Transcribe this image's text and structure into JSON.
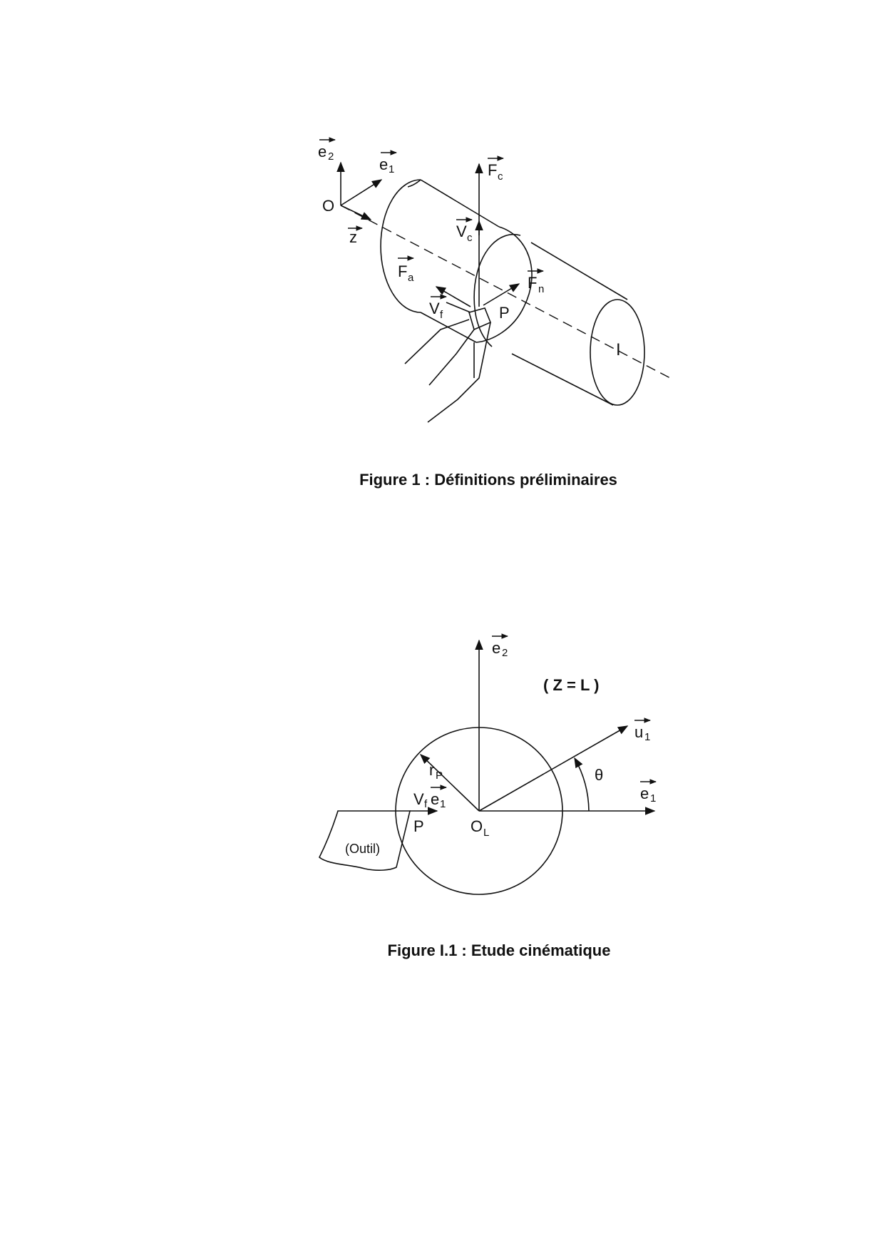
{
  "figure1": {
    "caption": "Figure 1 : Définitions préliminaires",
    "labels": {
      "e2": "e",
      "e2_sub": "2",
      "e1": "e",
      "e1_sub": "1",
      "origin": "O",
      "z": "z",
      "Fc": "F",
      "Fc_sub": "c",
      "Vc": "V",
      "Vc_sub": "c",
      "Fa": "F",
      "Fa_sub": "a",
      "Fn": "F",
      "Fn_sub": "n",
      "Vf": "V",
      "Vf_sub": "f",
      "P": "P",
      "I": "I"
    }
  },
  "figure2": {
    "caption": "Figure I.1 : Etude cinématique",
    "labels": {
      "e2": "e",
      "e2_sub": "2",
      "plane": "( Z = L )",
      "u1": "u",
      "u1_sub": "1",
      "theta": "θ",
      "e1": "e",
      "e1_sub": "1",
      "rP": "r",
      "rP_sub": "P",
      "Vf": "V",
      "Vf_sub": "f",
      "Vf_e": "e",
      "Vf_e_sub": "1",
      "P": "P",
      "OL": "O",
      "OL_sub": "L",
      "tool": "(Outil)"
    }
  }
}
